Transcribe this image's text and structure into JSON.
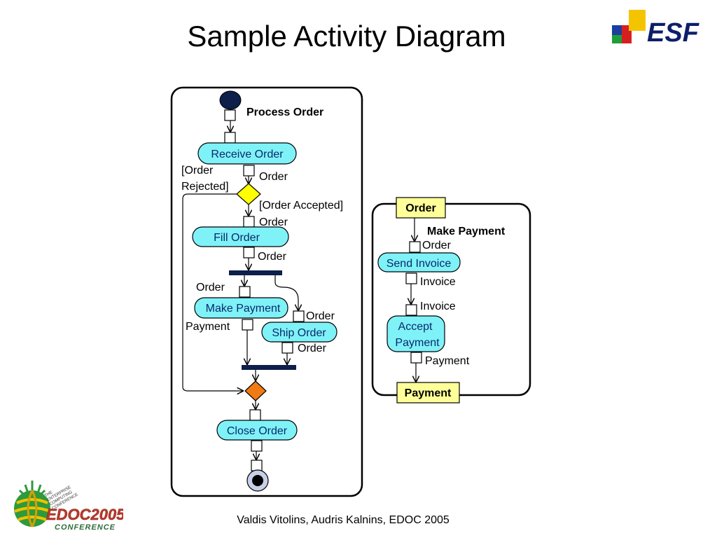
{
  "slide": {
    "title": "Sample Activity Diagram",
    "footer": "Valdis Vitolins, Audris Kalnins, EDOC 2005"
  },
  "logos": {
    "esf_text": "ESF",
    "edoc_text": "EDOC2005",
    "edoc_sub": "CONFERENCE",
    "edoc_tag_lines": [
      "THE",
      "ENTERPRISE",
      "COMPUTING",
      "CONFERENCE"
    ]
  },
  "process_order": {
    "name": "Process Order",
    "actions": {
      "receive": "Receive Order",
      "fill": "Fill Order",
      "make_payment": "Make Payment",
      "ship": "Ship Order",
      "close": "Close Order"
    },
    "pins": {
      "order_after_receive": "Order",
      "order_before_fill": "Order",
      "order_after_fill": "Order",
      "order_before_make_payment": "Order",
      "order_before_ship": "Order",
      "payment_after_make_payment": "Payment",
      "order_after_ship": "Order"
    },
    "guards": {
      "rejected_line1": "[Order",
      "rejected_line2": "Rejected]",
      "accepted": "[Order Accepted]"
    }
  },
  "make_payment": {
    "name": "Make Payment",
    "input_param": "Order",
    "output_param": "Payment",
    "actions": {
      "send_invoice": "Send Invoice",
      "accept_line1": "Accept",
      "accept_line2": "Payment"
    },
    "pins": {
      "order_before_send": "Order",
      "invoice_after_send": "Invoice",
      "invoice_before_accept": "Invoice",
      "payment_after_accept": "Payment"
    }
  },
  "colors": {
    "action_fill": "#7ff2f8",
    "decision_fill": "#ffff00",
    "merge_fill": "#f07a14",
    "param_fill": "#ffff99",
    "bar_fill": "#0d1f4a",
    "initial_fill": "#0d1f4a"
  }
}
